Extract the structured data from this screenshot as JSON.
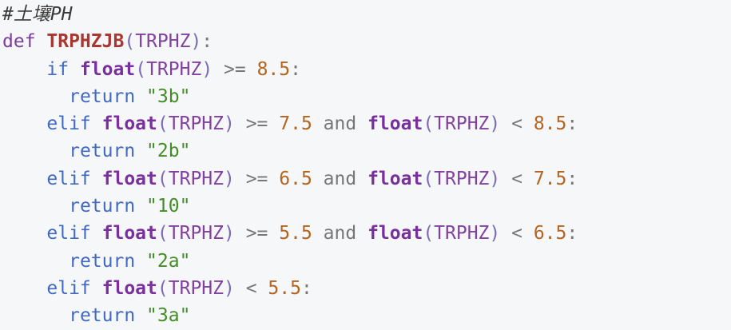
{
  "app": {
    "type": "code-snippet",
    "language": "python"
  },
  "colors": {
    "background": "#f6f7f8",
    "foreground": "#333333",
    "comment": "#3a3a3a",
    "storage": "#7a3e9d",
    "function_name": "#aa3731",
    "keyword": "#4169c1",
    "builtin": "#7a2f9e",
    "variable": "#81419e",
    "paren": "#7c6ab8",
    "operator": "#777777",
    "number": "#b4641e",
    "string": "#448c27",
    "punctuation": "#777777"
  },
  "code": {
    "lines": [
      {
        "tokens": [
          [
            "#土壤PH",
            "comment"
          ]
        ]
      },
      {
        "tokens": [
          [
            "def ",
            "storage"
          ],
          [
            "TRPHZJB",
            "func"
          ],
          [
            "(",
            "paren"
          ],
          [
            "TRPHZ",
            "var"
          ],
          [
            ")",
            "paren"
          ],
          [
            ":",
            "punct"
          ]
        ]
      },
      {
        "tokens": [
          [
            "    ",
            "plain"
          ],
          [
            "if",
            "kw"
          ],
          [
            " ",
            "plain"
          ],
          [
            "float",
            "builtin"
          ],
          [
            "(",
            "paren"
          ],
          [
            "TRPHZ",
            "var"
          ],
          [
            ")",
            "paren"
          ],
          [
            " >= ",
            "op"
          ],
          [
            "8.5",
            "num"
          ],
          [
            ":",
            "punct"
          ]
        ]
      },
      {
        "tokens": [
          [
            "      ",
            "plain"
          ],
          [
            "return",
            "kw"
          ],
          [
            " ",
            "plain"
          ],
          [
            "\"3b\"",
            "str"
          ]
        ]
      },
      {
        "tokens": [
          [
            "    ",
            "plain"
          ],
          [
            "elif",
            "kw"
          ],
          [
            " ",
            "plain"
          ],
          [
            "float",
            "builtin"
          ],
          [
            "(",
            "paren"
          ],
          [
            "TRPHZ",
            "var"
          ],
          [
            ")",
            "paren"
          ],
          [
            " >= ",
            "op"
          ],
          [
            "7.5",
            "num"
          ],
          [
            " ",
            "plain"
          ],
          [
            "and",
            "op"
          ],
          [
            " ",
            "plain"
          ],
          [
            "float",
            "builtin"
          ],
          [
            "(",
            "paren"
          ],
          [
            "TRPHZ",
            "var"
          ],
          [
            ")",
            "paren"
          ],
          [
            " < ",
            "op"
          ],
          [
            "8.5",
            "num"
          ],
          [
            ":",
            "punct"
          ]
        ]
      },
      {
        "tokens": [
          [
            "      ",
            "plain"
          ],
          [
            "return",
            "kw"
          ],
          [
            " ",
            "plain"
          ],
          [
            "\"2b\"",
            "str"
          ]
        ]
      },
      {
        "tokens": [
          [
            "    ",
            "plain"
          ],
          [
            "elif",
            "kw"
          ],
          [
            " ",
            "plain"
          ],
          [
            "float",
            "builtin"
          ],
          [
            "(",
            "paren"
          ],
          [
            "TRPHZ",
            "var"
          ],
          [
            ")",
            "paren"
          ],
          [
            " >= ",
            "op"
          ],
          [
            "6.5",
            "num"
          ],
          [
            " ",
            "plain"
          ],
          [
            "and",
            "op"
          ],
          [
            " ",
            "plain"
          ],
          [
            "float",
            "builtin"
          ],
          [
            "(",
            "paren"
          ],
          [
            "TRPHZ",
            "var"
          ],
          [
            ")",
            "paren"
          ],
          [
            " < ",
            "op"
          ],
          [
            "7.5",
            "num"
          ],
          [
            ":",
            "punct"
          ]
        ]
      },
      {
        "tokens": [
          [
            "      ",
            "plain"
          ],
          [
            "return",
            "kw"
          ],
          [
            " ",
            "plain"
          ],
          [
            "\"10\"",
            "str"
          ]
        ]
      },
      {
        "tokens": [
          [
            "    ",
            "plain"
          ],
          [
            "elif",
            "kw"
          ],
          [
            " ",
            "plain"
          ],
          [
            "float",
            "builtin"
          ],
          [
            "(",
            "paren"
          ],
          [
            "TRPHZ",
            "var"
          ],
          [
            ")",
            "paren"
          ],
          [
            " >= ",
            "op"
          ],
          [
            "5.5",
            "num"
          ],
          [
            " ",
            "plain"
          ],
          [
            "and",
            "op"
          ],
          [
            " ",
            "plain"
          ],
          [
            "float",
            "builtin"
          ],
          [
            "(",
            "paren"
          ],
          [
            "TRPHZ",
            "var"
          ],
          [
            ")",
            "paren"
          ],
          [
            " < ",
            "op"
          ],
          [
            "6.5",
            "num"
          ],
          [
            ":",
            "punct"
          ]
        ]
      },
      {
        "tokens": [
          [
            "      ",
            "plain"
          ],
          [
            "return",
            "kw"
          ],
          [
            " ",
            "plain"
          ],
          [
            "\"2a\"",
            "str"
          ]
        ]
      },
      {
        "tokens": [
          [
            "    ",
            "plain"
          ],
          [
            "elif",
            "kw"
          ],
          [
            " ",
            "plain"
          ],
          [
            "float",
            "builtin"
          ],
          [
            "(",
            "paren"
          ],
          [
            "TRPHZ",
            "var"
          ],
          [
            ")",
            "paren"
          ],
          [
            " < ",
            "op"
          ],
          [
            "5.5",
            "num"
          ],
          [
            ":",
            "punct"
          ]
        ]
      },
      {
        "tokens": [
          [
            "      ",
            "plain"
          ],
          [
            "return",
            "kw"
          ],
          [
            " ",
            "plain"
          ],
          [
            "\"3a\"",
            "str"
          ]
        ]
      }
    ]
  }
}
